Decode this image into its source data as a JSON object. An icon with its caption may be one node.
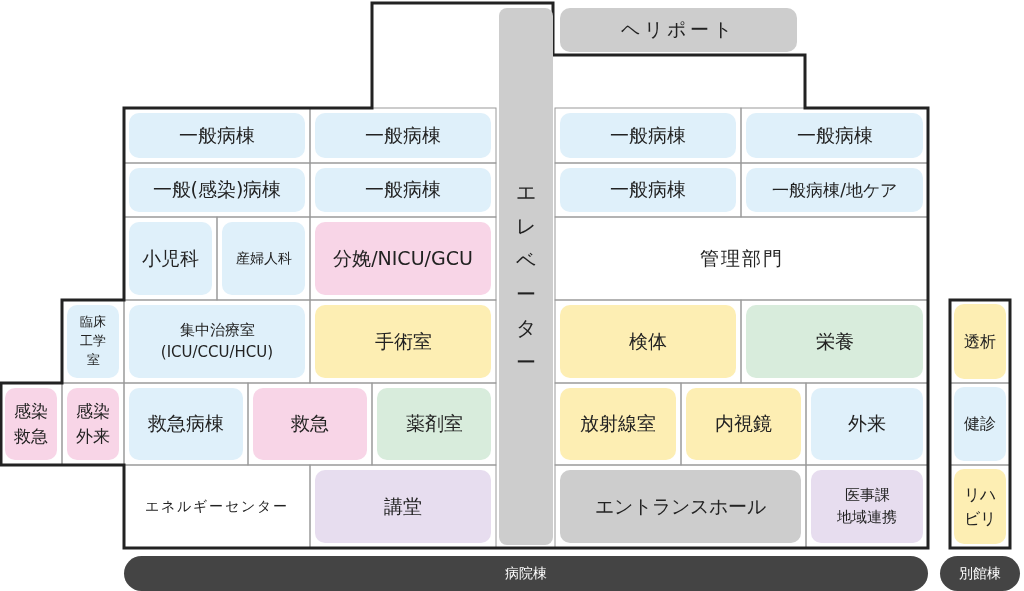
{
  "diagram": {
    "nodes": [
      {
        "text": [
          "ヘリポート"
        ]
      },
      {
        "text": [
          "エレベーター"
        ]
      },
      {
        "text": [
          "一般病棟"
        ]
      },
      {
        "text": [
          "一般病棟"
        ]
      },
      {
        "text": [
          "一般病棟"
        ]
      },
      {
        "text": [
          "一般病棟"
        ]
      },
      {
        "text": [
          "一般(感染)病棟"
        ]
      },
      {
        "text": [
          "一般病棟"
        ]
      },
      {
        "text": [
          "一般病棟"
        ]
      },
      {
        "text": [
          "一般病棟/地ケア"
        ]
      },
      {
        "text": [
          "小児科"
        ]
      },
      {
        "text": [
          "産婦人科"
        ]
      },
      {
        "text": [
          "分娩/NICU/GCU"
        ]
      },
      {
        "text": [
          "管理部門"
        ]
      },
      {
        "text": [
          "臨床工学室"
        ]
      },
      {
        "text": [
          "集中治療室(ICU/CCU/HCU)"
        ]
      },
      {
        "text": [
          "手術室"
        ]
      },
      {
        "text": [
          "検体"
        ]
      },
      {
        "text": [
          "栄養"
        ]
      },
      {
        "text": [
          "透析"
        ]
      },
      {
        "text": [
          "感染救急"
        ]
      },
      {
        "text": [
          "感染外来"
        ]
      },
      {
        "text": [
          "救急病棟"
        ]
      },
      {
        "text": [
          "救急"
        ]
      },
      {
        "text": [
          "薬剤室"
        ]
      },
      {
        "text": [
          "放射線室"
        ]
      },
      {
        "text": [
          "内視鏡"
        ]
      },
      {
        "text": [
          "外来"
        ]
      },
      {
        "text": [
          "健診"
        ]
      },
      {
        "text": [
          "エネルギーセンター"
        ]
      },
      {
        "text": [
          "講堂"
        ]
      },
      {
        "text": [
          "エントランスホール"
        ]
      },
      {
        "text": [
          "医事課",
          "地域連携"
        ]
      },
      {
        "text": [
          "リハビリ"
        ]
      },
      {
        "text": [
          "病院棟"
        ]
      },
      {
        "text": [
          "別館棟"
        ]
      }
    ]
  }
}
